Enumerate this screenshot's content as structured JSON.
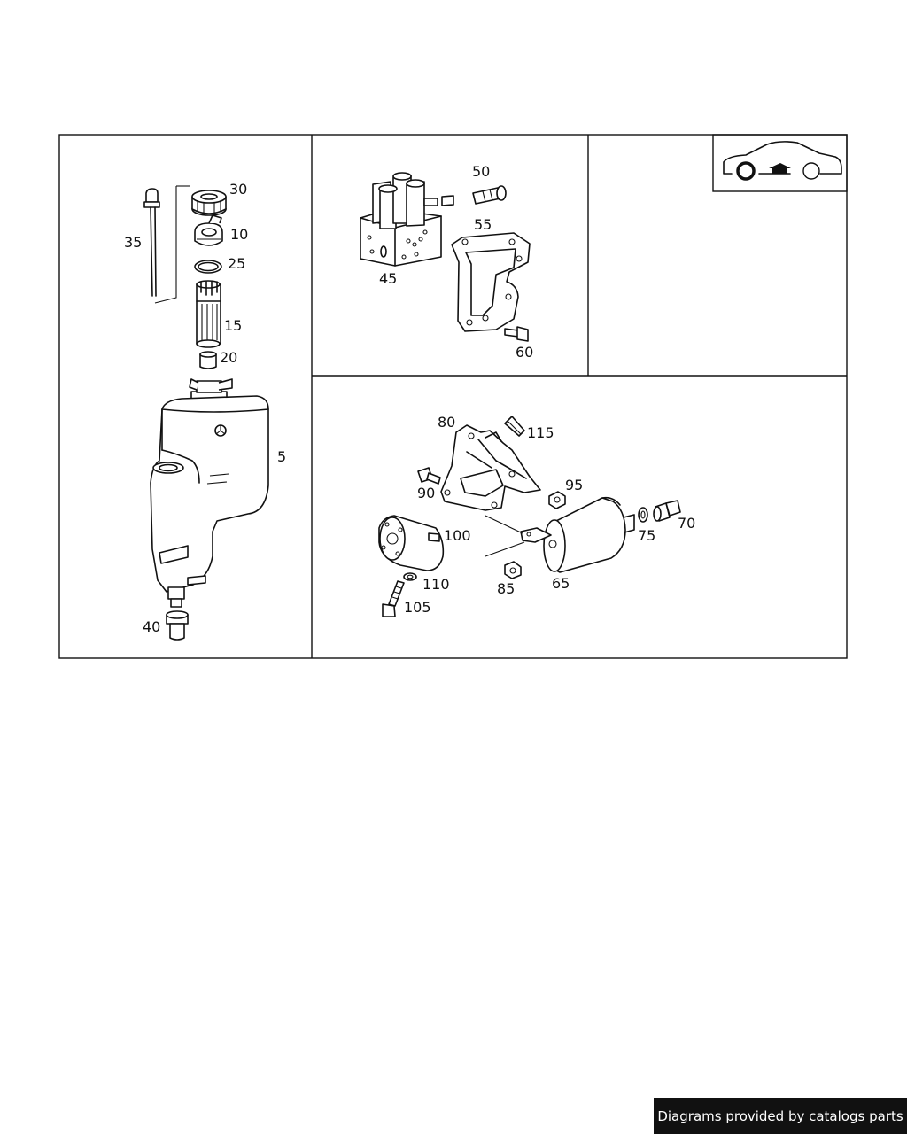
{
  "labels": {
    "p5": "5",
    "p10": "10",
    "p15": "15",
    "p20": "20",
    "p25": "25",
    "p30": "30",
    "p35": "35",
    "p40": "40",
    "p45": "45",
    "p50": "50",
    "p55": "55",
    "p60": "60",
    "p65": "65",
    "p70": "70",
    "p75": "75",
    "p80": "80",
    "p85": "85",
    "p90": "90",
    "p95": "95",
    "p100": "100",
    "p105": "105",
    "p110": "110",
    "p115": "115"
  },
  "footer": {
    "credit": "Diagrams provided by catalogs parts"
  },
  "icons": {
    "vehicle": "car-front-axle-icon"
  }
}
